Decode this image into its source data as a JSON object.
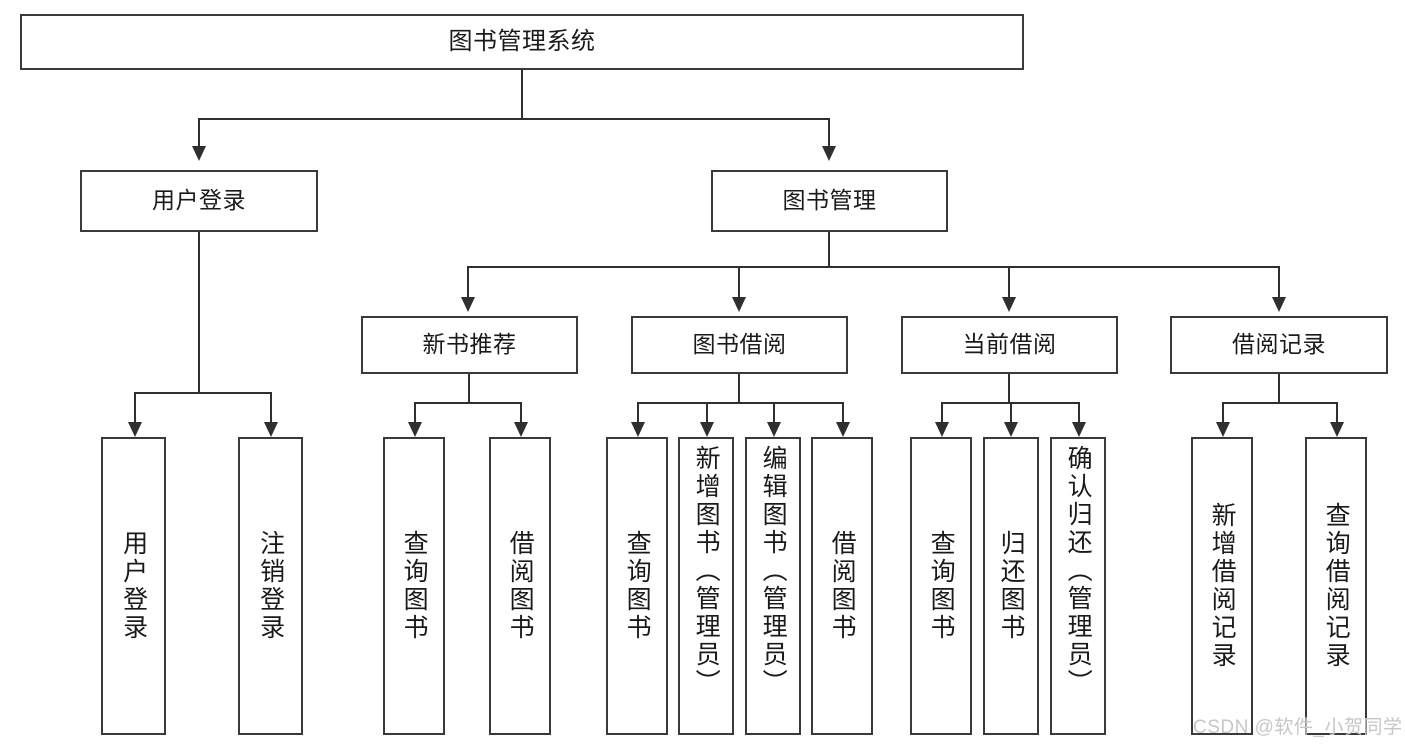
{
  "diagram": {
    "title": "图书管理系统",
    "type": "tree-hierarchy-diagram",
    "root": {
      "label": "图书管理系统"
    },
    "level2": [
      {
        "label": "用户登录"
      },
      {
        "label": "图书管理"
      }
    ],
    "level3": [
      {
        "label": "新书推荐"
      },
      {
        "label": "图书借阅"
      },
      {
        "label": "当前借阅"
      },
      {
        "label": "借阅记录"
      }
    ],
    "leaves": {
      "user_login": [
        {
          "label": "用户登录"
        },
        {
          "label": "注销登录"
        }
      ],
      "new_book_recommend": [
        {
          "label": "查询图书"
        },
        {
          "label": "借阅图书"
        }
      ],
      "book_borrow": [
        {
          "label": "查询图书"
        },
        {
          "label": "新增图书（管理员）"
        },
        {
          "label": "编辑图书（管理员）"
        },
        {
          "label": "借阅图书"
        }
      ],
      "current_borrow": [
        {
          "label": "查询图书"
        },
        {
          "label": "归还图书"
        },
        {
          "label": "确认归还（管理员）"
        }
      ],
      "borrow_record": [
        {
          "label": "新增借阅记录"
        },
        {
          "label": "查询借阅记录"
        }
      ]
    }
  },
  "watermark": {
    "text": "CSDN @软件_小贺同学"
  },
  "colors": {
    "stroke": "#3a3a3a",
    "connector": "#2f2f2f",
    "background": "#ffffff",
    "text": "#1a1a1a",
    "watermark": "#c7c7c7"
  }
}
